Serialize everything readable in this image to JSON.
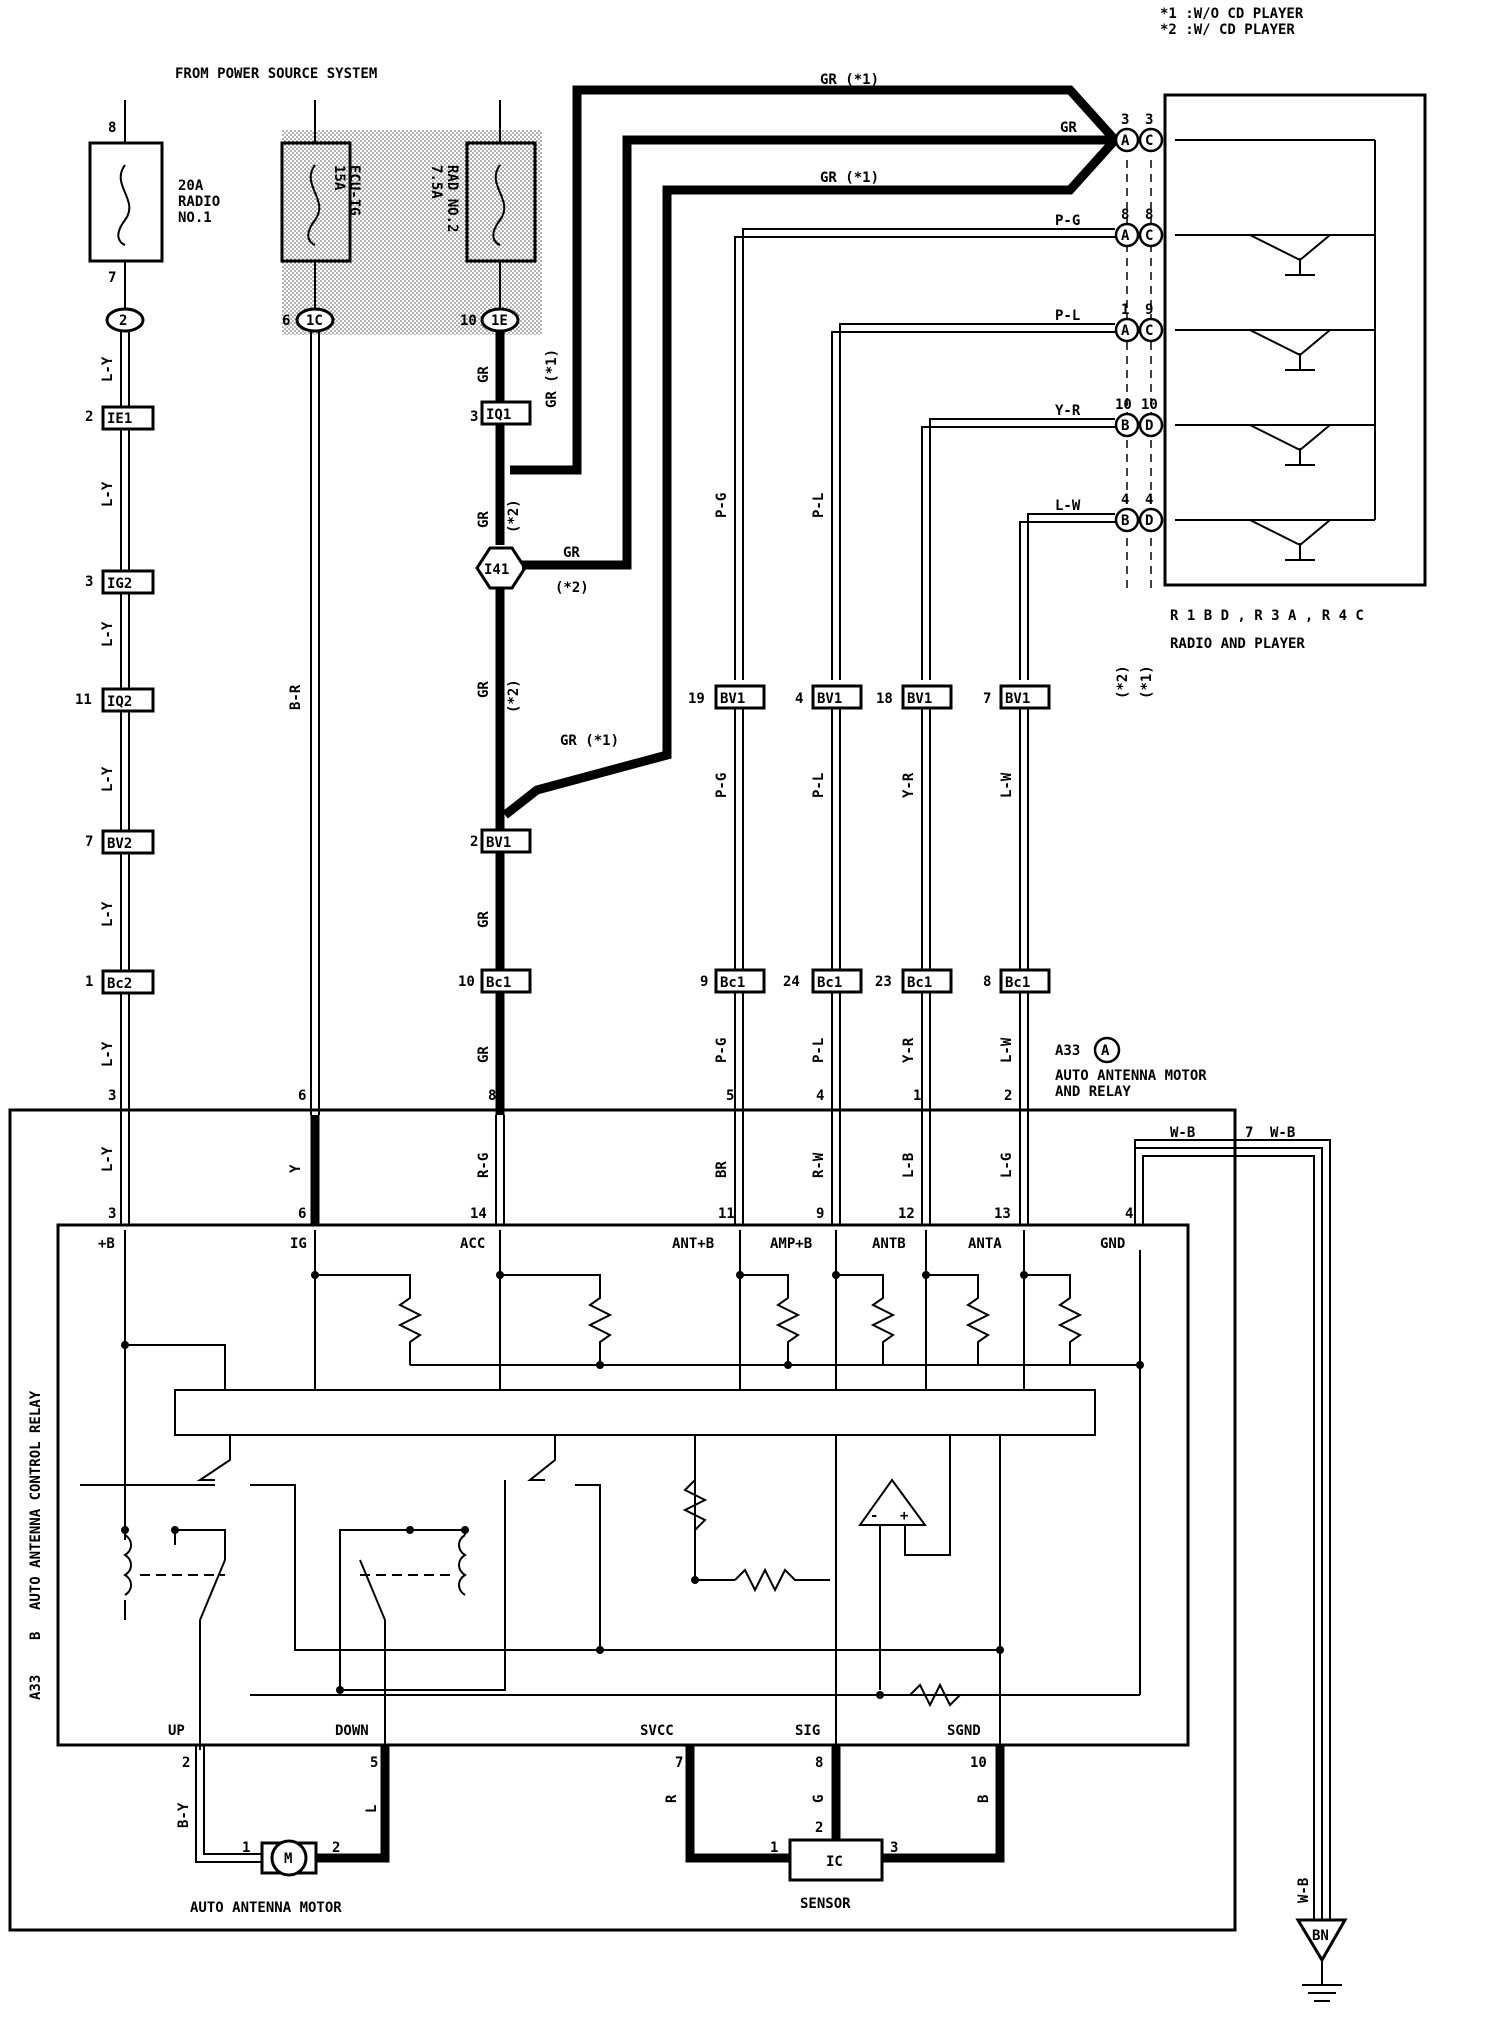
{
  "notes": {
    "n1": "*1 :W/O CD PLAYER",
    "n2": "*2 :W/ CD PLAYER"
  },
  "power_source": "FROM POWER SOURCE SYSTEM",
  "fuses": {
    "radio1": {
      "amp": "20A",
      "name1": "RADIO",
      "name2": "NO.1",
      "pin_top": "8",
      "pin_bot": "7",
      "conn": "2"
    },
    "ecuig": {
      "amp": "15A",
      "name": "ECU-IG",
      "pin": "6",
      "conn": "1C"
    },
    "rad2": {
      "amp": "7.5A",
      "name": "RAD NO.2",
      "pin": "10",
      "conn": "1E"
    }
  },
  "connectors": {
    "ie1": "IE1",
    "ig2": "IG2",
    "iq2": "IQ2",
    "bv2": "BV2",
    "bc2": "Bc2",
    "iq1": "IQ1",
    "i41": "I41",
    "bv1": "BV1",
    "bc1": "Bc1",
    "ie1_pin": "2",
    "ig2_pin": "3",
    "iq2_pin": "11",
    "bv2_pin": "7",
    "bc2_pin": "1",
    "iq1_pin": "3",
    "bv1_gr_pin": "2",
    "bc1_gr_pin": "10",
    "bv1_pg_pin": "19",
    "bv1_pl_pin": "4",
    "bv1_yr_pin": "18",
    "bv1_lw_pin": "7",
    "bc1_pg_pin": "9",
    "bc1_pl_pin": "24",
    "bc1_yr_pin": "23",
    "bc1_lw_pin": "8"
  },
  "wires": {
    "ly": "L-Y",
    "br": "B-R",
    "gr": "GR",
    "gr1": "GR (*1)",
    "gr2": "GR (*2)",
    "star1": "(*1)",
    "star2": "(*2)",
    "pg": "P-G",
    "pl": "P-L",
    "yr": "Y-R",
    "lw": "L-W",
    "y": "Y",
    "rg": "R-G",
    "bro": "BR",
    "rw": "R-W",
    "lb": "L-B",
    "lg": "L-G",
    "wb": "W-B",
    "by": "B-Y",
    "l": "L",
    "r": "R",
    "g": "G",
    "b": "B"
  },
  "radio": {
    "title": "RADIO AND PLAYER",
    "conn_label": "R 1 B D , R 3 A , R 4 C",
    "pins": [
      {
        "wire": "GR",
        "a": "3",
        "b": "3",
        "la": "A",
        "lb": "C"
      },
      {
        "wire": "P-G",
        "a": "8",
        "b": "8",
        "la": "A",
        "lb": "C"
      },
      {
        "wire": "P-L",
        "a": "1",
        "b": "9",
        "la": "A",
        "lb": "C"
      },
      {
        "wire": "Y-R",
        "a": "10",
        "b": "10",
        "la": "B",
        "lb": "D"
      },
      {
        "wire": "L-W",
        "a": "4",
        "b": "4",
        "la": "B",
        "lb": "D"
      }
    ]
  },
  "motor_relay": {
    "code": "A33",
    "letter": "A",
    "name1": "AUTO ANTENNA MOTOR",
    "name2": "AND RELAY",
    "top_pins": [
      "3",
      "6",
      "8",
      "5",
      "4",
      "1",
      "2"
    ],
    "gnd_pin": "7"
  },
  "control_relay": {
    "code": "A33",
    "letter": "B",
    "name": "AUTO ANTENNA CONTROL RELAY",
    "terminals": [
      "+B",
      "IG",
      "ACC",
      "ANT+B",
      "AMP+B",
      "ANTB",
      "ANTA",
      "GND"
    ],
    "term_pins": [
      "3",
      "6",
      "14",
      "11",
      "9",
      "12",
      "13",
      "4"
    ],
    "bottom_terms": [
      "UP",
      "DOWN",
      "SVCC",
      "SIG",
      "SGND"
    ],
    "bottom_pins": [
      "2",
      "5",
      "7",
      "8",
      "10"
    ]
  },
  "motor": {
    "label": "AUTO ANTENNA MOTOR",
    "symbol": "M",
    "pin1": "1",
    "pin2": "2"
  },
  "sensor": {
    "label": "SENSOR",
    "symbol": "IC",
    "pin1": "1",
    "pin2": "2",
    "pin3": "3"
  },
  "ground": "BN",
  "amp": {
    "minus": "-",
    "plus": "+"
  }
}
